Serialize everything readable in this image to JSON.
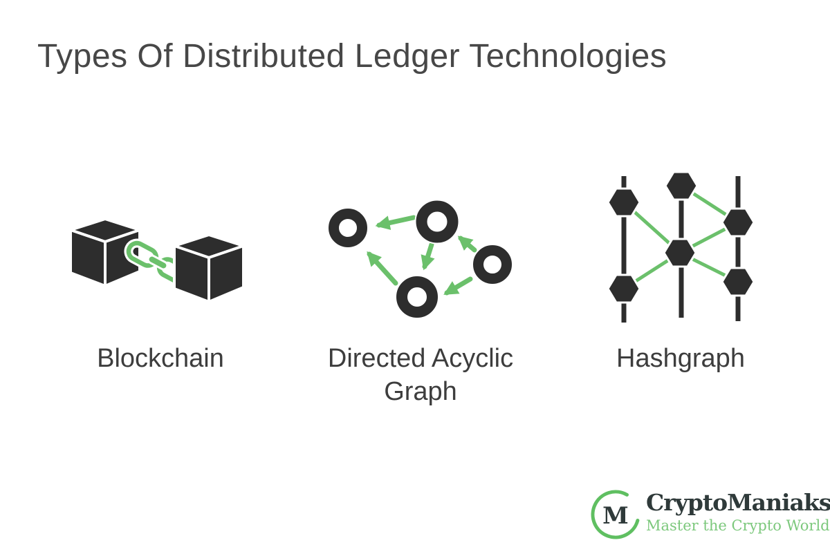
{
  "title": "Types Of Distributed Ledger Technologies",
  "colors": {
    "bg": "#ffffff",
    "dark": "#2d2d2d",
    "green": "#6bc06b",
    "ring-green": "#5fbf61",
    "title-color": "#474747",
    "label-color": "#3d3d3d",
    "brand-dark": "#2f3a3a",
    "tagline-green": "#7cc87c"
  },
  "items": [
    {
      "label": "Blockchain",
      "icon": "blockchain-cubes-chain-icon"
    },
    {
      "label": "Directed Acyclic Graph",
      "icon": "dag-nodes-arrows-icon"
    },
    {
      "label": "Hashgraph",
      "icon": "hashgraph-hexagons-icon"
    }
  ],
  "logo": {
    "monogram": "M",
    "brand": "CryptoManiaks",
    "tagline": "Master the Crypto World"
  }
}
